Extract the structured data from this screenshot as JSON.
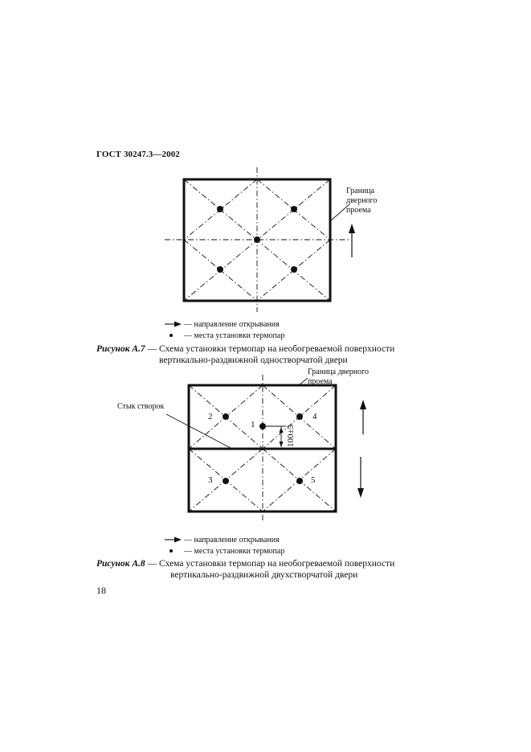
{
  "header": {
    "doc_code": "ГОСТ 30247.3—2002"
  },
  "figure_a7": {
    "boundary_label": "Граница\nдверного\nпроема",
    "legend": {
      "arrow_text": "— направление открывания",
      "dot_text": "— места установки термопар"
    },
    "caption": {
      "label": "Рисунок А.7",
      "line1": " — Схема установки термопар на необогреваемой поверхности",
      "line2": "вертикально-раздвижной одностворчатой двери"
    }
  },
  "figure_a8": {
    "boundary_label": "Граница дверного\nпроема",
    "joint_label": "Стык створок",
    "point_numbers": [
      "1",
      "2",
      "3",
      "4",
      "5"
    ],
    "dimension": "100±5",
    "legend": {
      "arrow_text": "— направление открывания",
      "dot_text": "— места установки термопар"
    },
    "caption": {
      "label": "Рисунок А.8",
      "line1": " — Схема установки термопар на необогреваемой поверхности",
      "line2": "вертикально-раздвижной двухстворчатой двери"
    }
  },
  "footer": {
    "page_number": "18"
  }
}
